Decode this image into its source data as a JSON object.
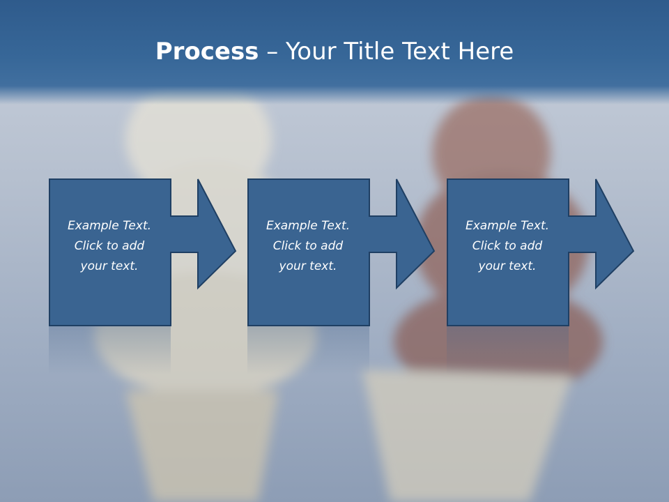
{
  "slide": {
    "title_bold": "Process",
    "title_rest": " – Your Title Text Here"
  },
  "steps": [
    {
      "text": "Example Text.\nClick  to add\nyour text."
    },
    {
      "text": "Example Text.\nClick  to add\nyour text."
    },
    {
      "text": "Example Text.\nClick  to add\nyour text."
    }
  ],
  "colors": {
    "shape_fill": "#3a6491",
    "shape_border": "#1f3f63",
    "header": "#376798",
    "text": "#ffffff"
  }
}
